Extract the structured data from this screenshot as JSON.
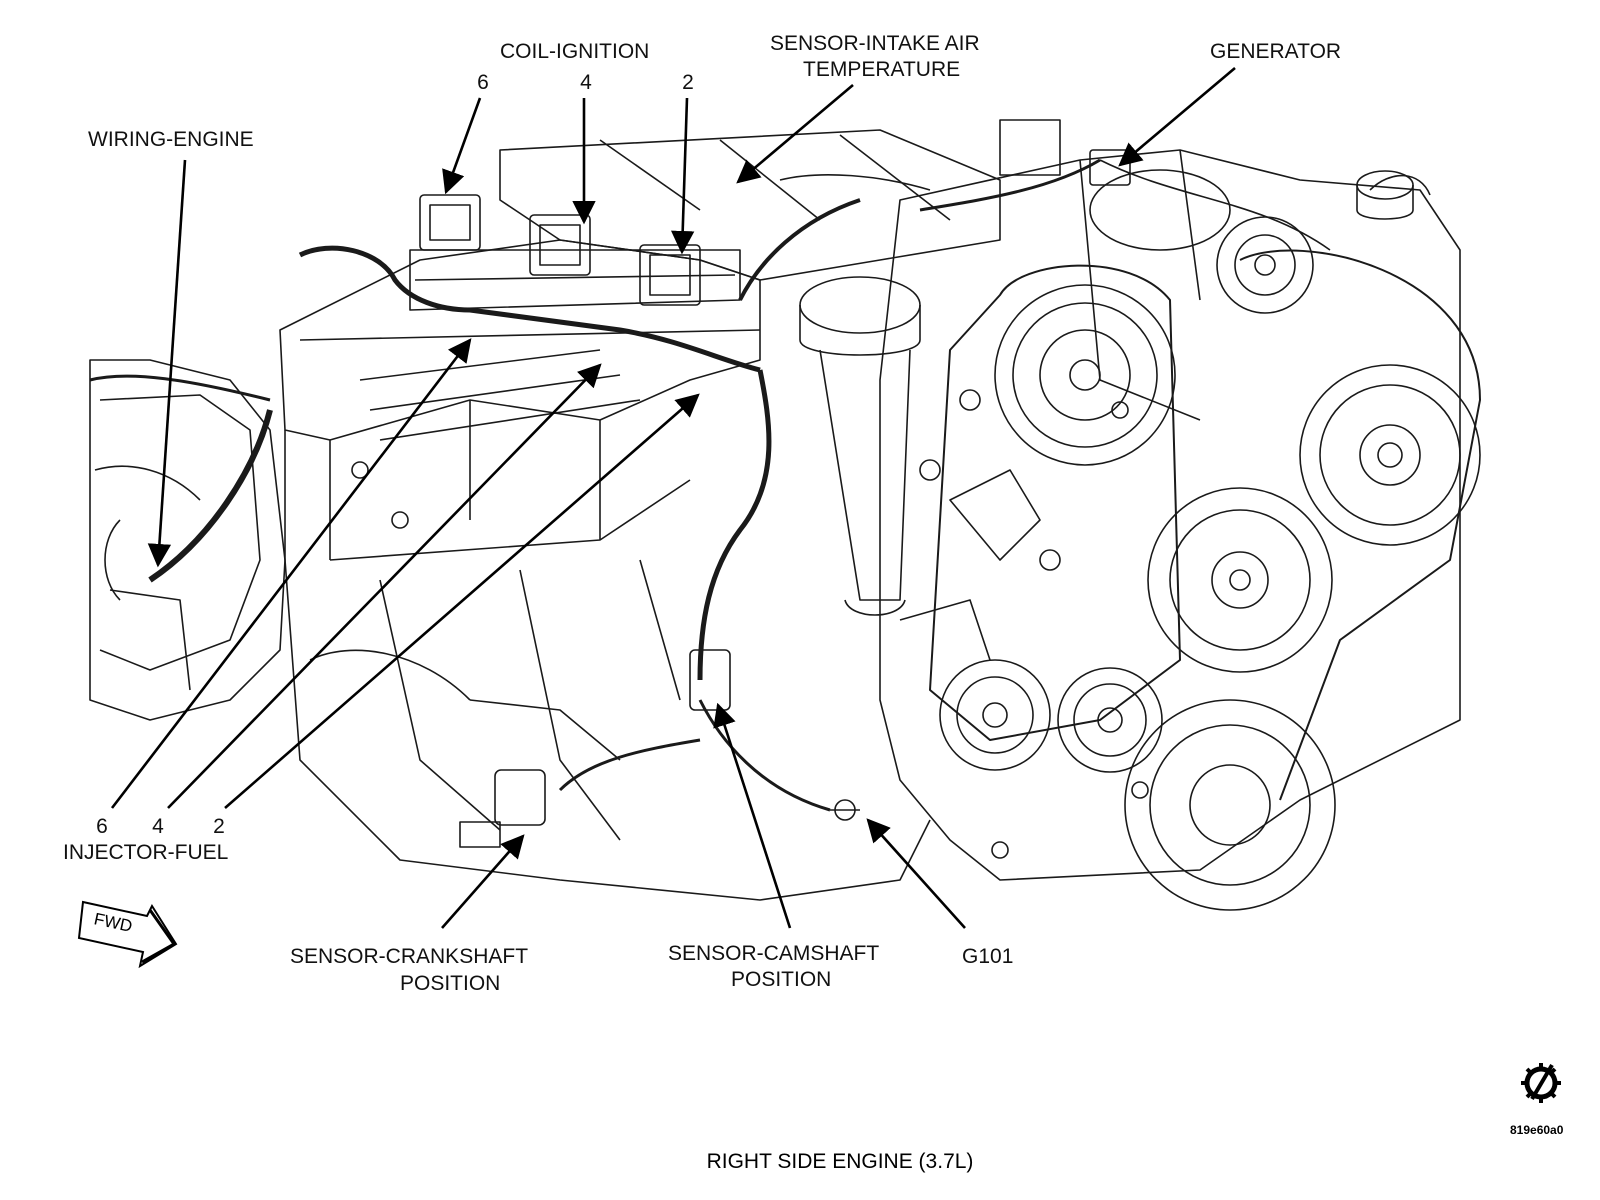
{
  "labels": {
    "coil_ignition": "COIL-IGNITION",
    "sensor_intake_air_temp_line1": "SENSOR-INTAKE AIR",
    "sensor_intake_air_temp_line2": "TEMPERATURE",
    "generator": "GENERATOR",
    "wiring_engine": "WIRING-ENGINE",
    "injector_fuel": "INJECTOR-FUEL",
    "sensor_crankshaft_line1": "SENSOR-CRANKSHAFT",
    "sensor_crankshaft_line2": "POSITION",
    "sensor_camshaft_line1": "SENSOR-CAMSHAFT",
    "sensor_camshaft_line2": "POSITION",
    "g101": "G101"
  },
  "coil_numbers": [
    "6",
    "4",
    "2"
  ],
  "injector_numbers": [
    "6",
    "4",
    "2"
  ],
  "fwd_marker": "FWD",
  "figure_code": "819e60a0",
  "caption": "RIGHT SIDE ENGINE (3.7L)"
}
